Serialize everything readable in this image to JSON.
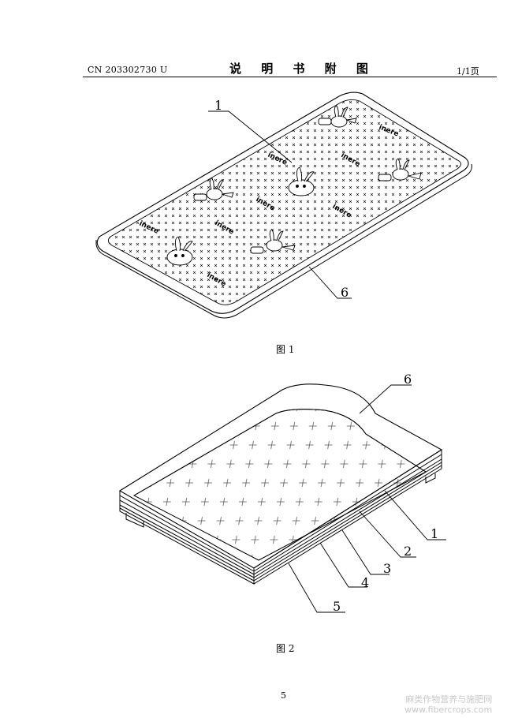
{
  "header": {
    "doc_number": "CN 203302730 U",
    "title": "说 明 书 附 图",
    "page_of": "1/1页"
  },
  "figure1": {
    "caption": "图 1",
    "labels": [
      "1",
      "6"
    ],
    "logo_word": "inere"
  },
  "figure2": {
    "caption": "图 2",
    "labels": [
      "6",
      "1",
      "2",
      "3",
      "4",
      "5"
    ]
  },
  "page_number": "5",
  "watermark": {
    "line1": "麻类作物营养与施肥网",
    "line2": "www.fibercrops.com"
  }
}
